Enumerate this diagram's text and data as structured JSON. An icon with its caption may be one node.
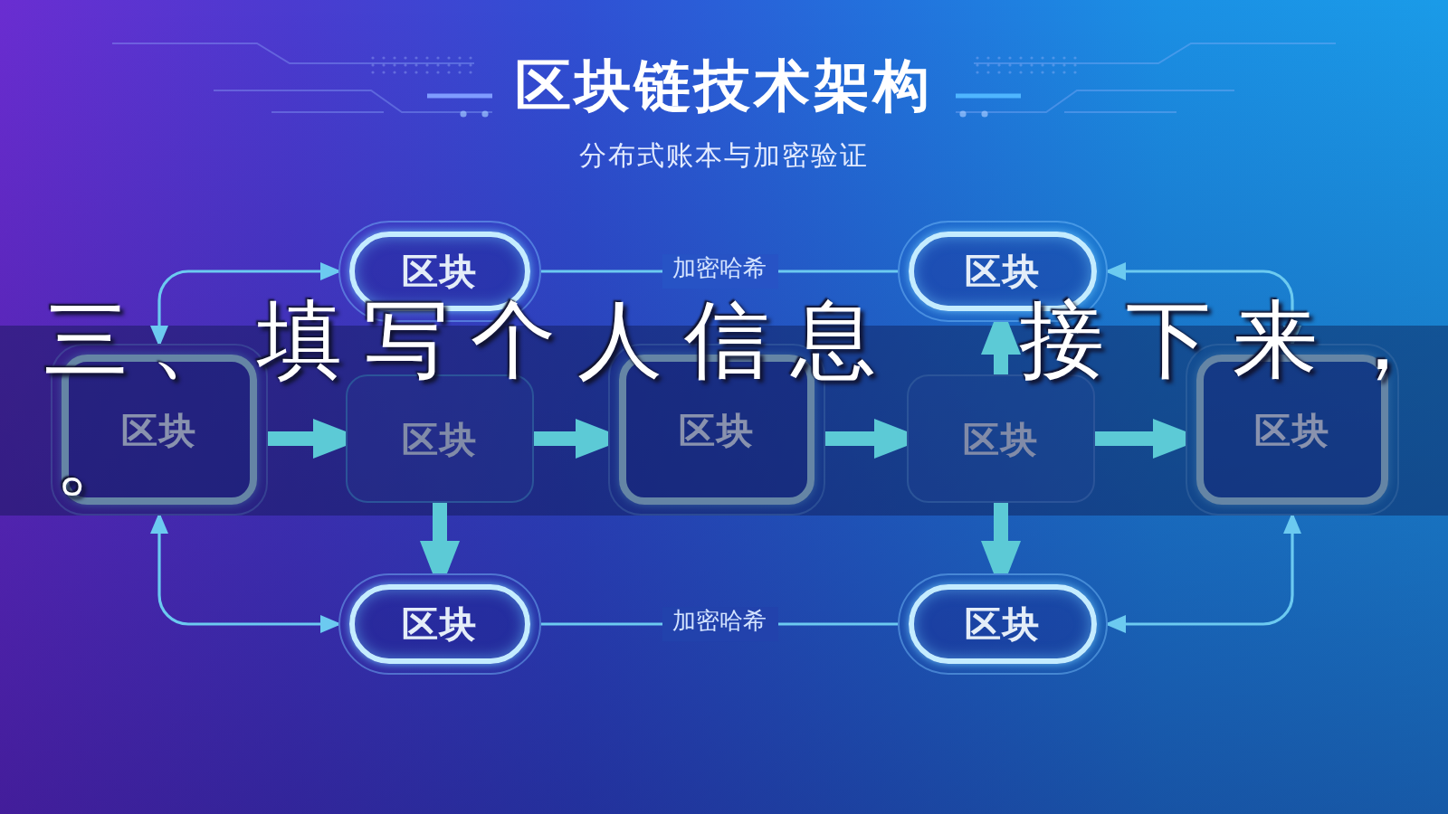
{
  "diagram": {
    "title": "区块链技术架构",
    "nodes": [
      {
        "text": [
          "区块"
        ]
      },
      {
        "text": [
          "区块"
        ]
      },
      {
        "text": [
          "区块"
        ]
      },
      {
        "text": [
          "区块"
        ]
      },
      {
        "text": [
          "区块"
        ]
      },
      {
        "text": [
          "区块"
        ]
      },
      {
        "text": [
          "区块"
        ]
      },
      {
        "text": [
          "区块"
        ]
      },
      {
        "text": [
          "区块"
        ]
      }
    ],
    "edges": [
      {
        "from": 2,
        "to": 0,
        "arrow": "both",
        "color": "#6ccaf0"
      },
      {
        "from": 0,
        "to": 1,
        "arrow": "none",
        "label": "加密哈希",
        "color": "#6ccaf0"
      },
      {
        "from": 6,
        "to": 1,
        "arrow": "both",
        "color": "#6ccaf0"
      },
      {
        "from": 5,
        "to": 1,
        "arrow": "to"
      },
      {
        "from": 2,
        "to": 3,
        "arrow": "to"
      },
      {
        "from": 3,
        "to": 4,
        "arrow": "to"
      },
      {
        "from": 4,
        "to": 5,
        "arrow": "to"
      },
      {
        "from": 5,
        "to": 6,
        "arrow": "to"
      },
      {
        "from": 3,
        "to": 7,
        "arrow": "to"
      },
      {
        "from": 5,
        "to": 8,
        "arrow": "to"
      },
      {
        "from": 2,
        "to": 7,
        "arrow": "both",
        "color": "#6ccaf0"
      },
      {
        "from": 7,
        "to": 8,
        "arrow": "none",
        "label": "加密哈希",
        "color": "#6ccaf0"
      },
      {
        "from": 6,
        "to": 8,
        "arrow": "both",
        "color": "#6ccaf0"
      }
    ],
    "labels": [
      "分布式账本与加密验证",
      "三、填写个人信息 接下来，",
      "。"
    ]
  }
}
